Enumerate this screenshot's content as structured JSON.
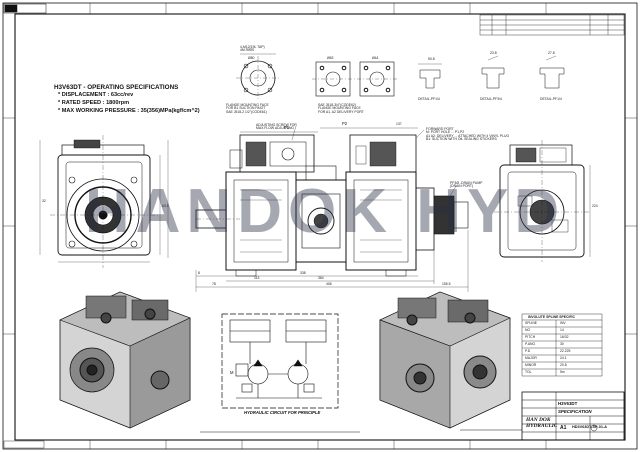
{
  "specs": {
    "title": "H3V63DT - OPERATING SPECIFICATIONS",
    "items": [
      "* DISPLACEMENT : 63cc/rev",
      "* RATED SPEED : 1800rpm",
      "* MAX WORKING PRESSURE : 35(356)MPa(kgf/cm^2)"
    ]
  },
  "watermark": "HANDOK HYD",
  "flange_labels": {
    "suction": "FLANGE MOUNTING FACE\nFOR B1 SUCTION PAIOT\nSAE J518-2 1/2\"(CODE61)",
    "delivery": "SAE J518-3/4\"(CODE62)\nFLANGE MOUNTING FACE\nFOR A1, A2 DELIVERY PORT",
    "bolt_pattern": "4-M12(19L TAP)\n4M RIMS",
    "detail_pf1": "DETAIL-PF1/4",
    "detail_pf3": "DETAIL-PF3/4",
    "detail_pf5": "DETAIL-PF1/4"
  },
  "dimensions": {
    "d1": "Ø80",
    "d2": "Ø63",
    "d3": "Ø44",
    "d4": "50.8",
    "d5": "23.8",
    "d6": "27.8",
    "d7": "137",
    "d8": "338",
    "d9": "364",
    "d10": "406",
    "d11": "78",
    "d12": "113",
    "d13": "155.5",
    "d14": "8",
    "d15": "63.5",
    "d16": "32",
    "d17": "224",
    "d18": "P2",
    "d19": "P1",
    "d20": "M"
  },
  "notes": {
    "note1": "FORWARD PORT\nM: PORT HOLE ... P1,P2\nA1 A2: DELIVERY ... ATTACHED WITH 4 VINYL PLUG\nB1: SUCTION WITH OIL SEALING STICKERS",
    "note2": "PF3/8 -DRAIN PUMP\n(DRAIN PORT)",
    "note3": "ADJUSTING SCREW FOR\nMAX.FLOW ADJUSTING",
    "spline_title": "INVOLUTE SPLINE SPECIFIC",
    "circuit_title": "HYDRAULIC CIRCUIT FOR PRINCIPLE",
    "circuit_label": "M"
  },
  "spline_table": [
    [
      "SPLINE",
      "INV"
    ],
    [
      "NO",
      "14"
    ],
    [
      "PITCH",
      "16/32"
    ],
    [
      "P.ANG",
      "30"
    ],
    [
      "P.D",
      "22.225"
    ],
    [
      "MAJOR",
      "24.1"
    ],
    [
      "MINOR",
      "20.8"
    ],
    [
      "TOL",
      "5m"
    ]
  ],
  "title_block": {
    "model": "H3V63DT",
    "sheet": "SPECIFICATION",
    "company": "HAN DOK\nHYDRAULIC",
    "size": "A1",
    "drawing_no": "HD3V63DT-SP-01-A"
  },
  "colors": {
    "ink": "#111111",
    "watermark": "#2a2f46"
  }
}
